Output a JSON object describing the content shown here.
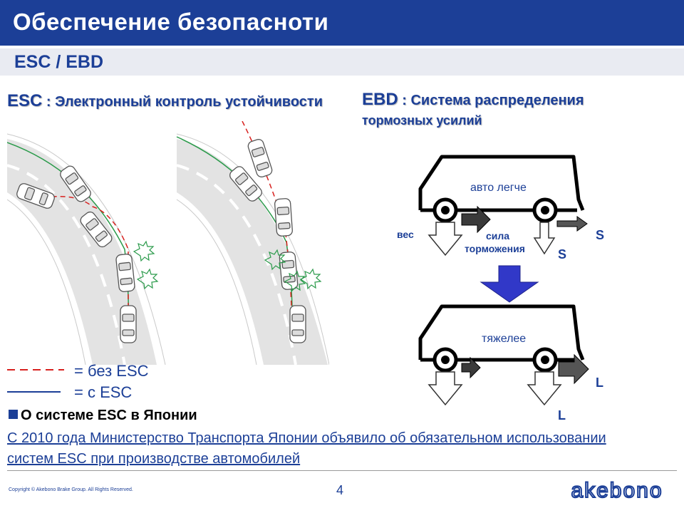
{
  "header": {
    "title": "Обеспечение безопасноти",
    "subtitle": "ESC / EBD"
  },
  "esc": {
    "term": "ESC",
    "sep": " : ",
    "desc": "Электронный контроль устойчивости"
  },
  "ebd": {
    "term": "EBD",
    "sep": " : ",
    "desc_line1": "Система распределения",
    "desc_line2": "тормозных усилий",
    "label_lighter": "авто легче",
    "label_weight": "вес",
    "label_force_1": "сила",
    "label_force_2": "торможения",
    "label_s_right": "S",
    "label_s_below": "S",
    "label_heavier": "тяжелее",
    "label_l_right": "L",
    "label_l_below": "L"
  },
  "legend": {
    "without": "= без ESC",
    "with": "= с ESC"
  },
  "japan": {
    "heading": "О системе ESC в Японии",
    "text": "С 2010 года Министерство Транспорта Японии объявило об обязательном использовании систем ESC при производстве автомобилей"
  },
  "footer": {
    "copyright": "Copyright © Akebono Brake Group. All Rights Reserved.",
    "page": "4",
    "logo_text": "akebono"
  },
  "colors": {
    "brand_blue": "#1c3f97",
    "subtitle_bg": "#e9ebf2",
    "path_green": "#2a9a4a",
    "path_red": "#d8211f"
  }
}
